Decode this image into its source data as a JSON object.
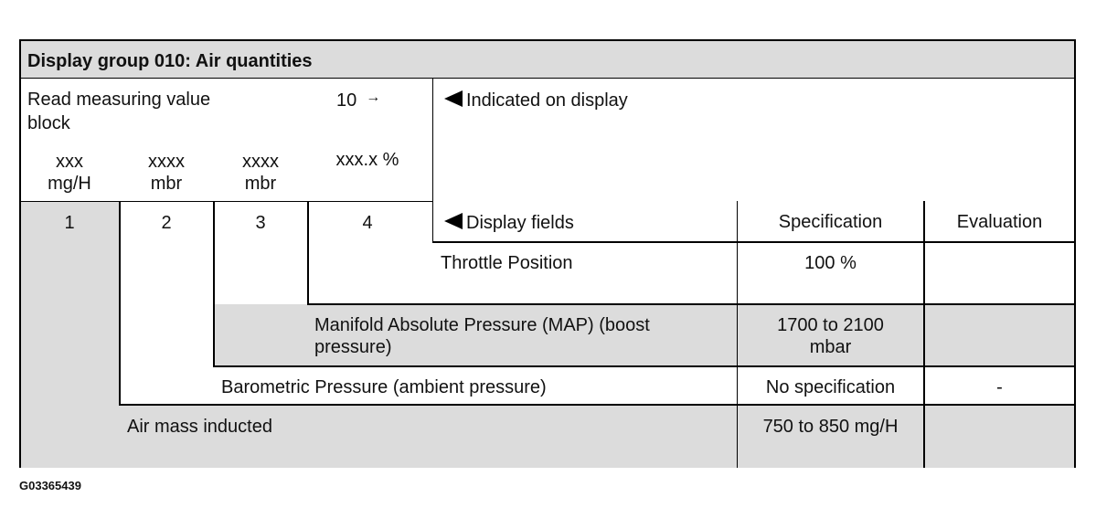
{
  "table": {
    "title": "Display group 010: Air quantities",
    "read_label_line1": "Read measuring value",
    "read_label_line2": "block",
    "block_number": "10",
    "block_arrow": "→",
    "indicated_label": "Indicated on display",
    "units": [
      {
        "line1": "xxx",
        "line2": "mg/H"
      },
      {
        "line1": "xxxx",
        "line2": "mbr"
      },
      {
        "line1": "xxxx",
        "line2": "mbr"
      },
      {
        "line1": "xxx.x %",
        "line2": ""
      }
    ],
    "field_numbers": [
      "1",
      "2",
      "3",
      "4"
    ],
    "headers": {
      "display_fields": "Display fields",
      "specification": "Specification",
      "evaluation": "Evaluation"
    },
    "rows": [
      {
        "field": "Throttle Position",
        "spec_line1": "100 %",
        "spec_line2": "",
        "evaluation": ""
      },
      {
        "field_line1": "Manifold Absolute Pressure (MAP) (boost",
        "field_line2": "pressure)",
        "spec_line1": "1700 to 2100",
        "spec_line2": "mbar",
        "evaluation": ""
      },
      {
        "field": "Barometric Pressure (ambient pressure)",
        "spec_line1": "No specification",
        "spec_line2": "",
        "evaluation": "-"
      },
      {
        "field": "Air mass inducted",
        "spec_line1": "750 to 850 mg/H",
        "spec_line2": "",
        "evaluation": ""
      }
    ]
  },
  "figure_id": "G03365439"
}
